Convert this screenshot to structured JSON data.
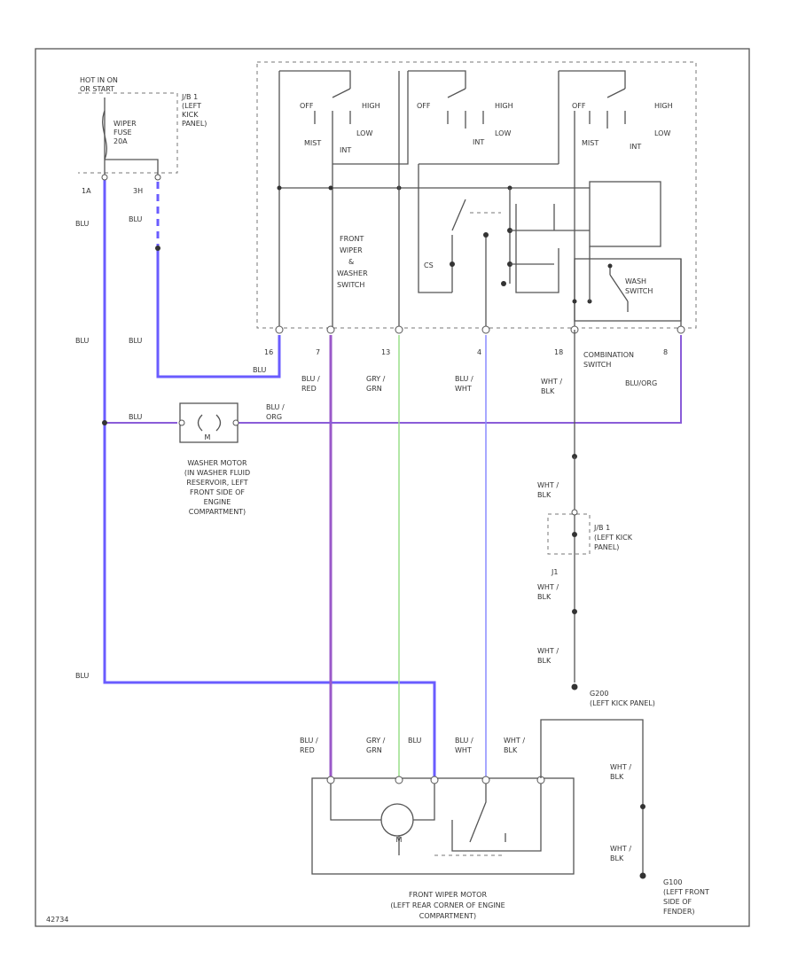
{
  "labels": {
    "hot_run": [
      "HOT IN ON",
      "OR START"
    ],
    "jb1_top": [
      "J/B 1",
      "(LEFT",
      "KICK",
      "PANEL)"
    ],
    "wiper_fuse": [
      "WIPER",
      "FUSE",
      "20A"
    ],
    "pin_1a": "1A",
    "pin_3h": "3H",
    "blu": "BLU",
    "switch_off1": "OFF",
    "switch_hi1": "HIGH",
    "switch_low1": "LOW",
    "switch_mist1": "MIST",
    "switch_int1": "INT",
    "switch_off2": "OFF",
    "switch_hi2": "HIGH",
    "switch_low2": "LOW",
    "switch_int2": "INT",
    "switch_off3": "OFF",
    "switch_hi3": "HIGH",
    "switch_low3": "LOW",
    "switch_mist3": "MIST",
    "switch_int3": "INT",
    "front_wiper_switch": [
      "FRONT",
      "WIPER",
      "&",
      "WASHER",
      "SWITCH"
    ],
    "wash_switch": [
      "WASH",
      "SWITCH"
    ],
    "cs": "CS",
    "pin_16": "16",
    "pin_7": "7",
    "pin_13": "13",
    "pin_4": "4",
    "pin_18": "18",
    "combination_switch": "COMBINATION",
    "combination_switch2": "SWITCH",
    "pin_8": "8",
    "blu_red": [
      "BLU /",
      "RED"
    ],
    "gry_grn": [
      "GRY /",
      "GRN"
    ],
    "blu_wht": [
      "BLU /",
      "WHT"
    ],
    "wht_blk": [
      "WHT /",
      "BLK"
    ],
    "blu_org": "BLU/ORG",
    "blu_org2": [
      "BLU /",
      "ORG"
    ],
    "washer_motor": [
      "WASHER MOTOR",
      "(IN WASHER FLUID",
      "RESERVOIR, LEFT",
      "FRONT SIDE OF",
      "ENGINE",
      "COMPARTMENT)"
    ],
    "motor_m": "M",
    "jb1_mid": [
      "J/B 1",
      "(LEFT KICK",
      "PANEL)"
    ],
    "pin_j1": "J1",
    "g200": [
      "G200",
      "(LEFT KICK PANEL)"
    ],
    "g100": [
      "G100",
      "(LEFT FRONT",
      "SIDE OF",
      "FENDER)"
    ],
    "front_wiper_motor": [
      "FRONT WIPER MOTOR",
      "(LEFT REAR CORNER OF ENGINE",
      "COMPARTMENT)"
    ],
    "fig_id": "42734"
  },
  "colors": {
    "wire_blue": "#6a5cff",
    "wire_purple": "#9a58c8",
    "wire_green": "#9adf8a",
    "wire_lightblue": "#8a8cff",
    "line": "#555555"
  }
}
